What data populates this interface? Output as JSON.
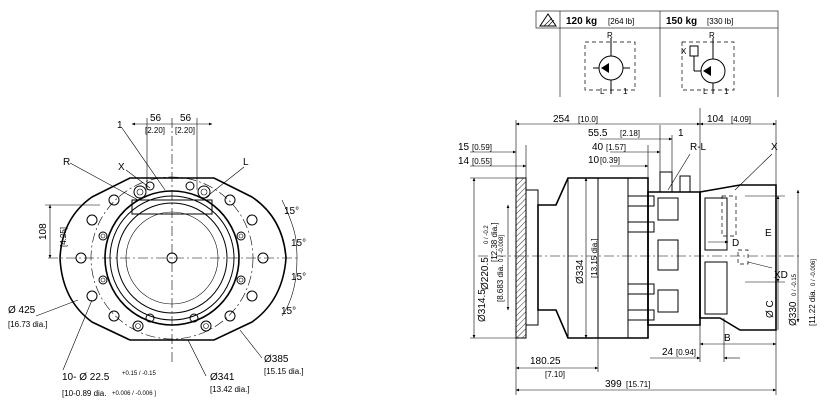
{
  "weight_table": {
    "weight_1": "120 kg",
    "weight_1_lb": "[264 lb]",
    "weight_2": "150 kg",
    "weight_2_lb": "[330 lb]"
  },
  "schematic_labels": {
    "r": "R",
    "l": "L",
    "x": "X",
    "one": "1"
  },
  "front_view": {
    "dim_56_left": "56",
    "dim_56_left_in": "[2.20]",
    "dim_56_right": "56",
    "dim_56_right_in": "[2.20]",
    "label_1": "1",
    "label_r": "R",
    "label_x": "X",
    "label_l": "L",
    "dim_108": "108",
    "dim_108_in": "[4.25]",
    "angle_1": "15°",
    "angle_2": "15°",
    "angle_3": "15°",
    "angle_4": "15°",
    "dia_425": "Ø 425",
    "dia_425_in": "[16.73 dia.]",
    "holes": "10- Ø 22.5",
    "holes_tol": "+0.15 / -0.15",
    "holes_in": "[10-0.89 dia.",
    "holes_in_tol": "+0.006 / -0.006 ]",
    "dia_341": "Ø341",
    "dia_341_in": "[13.42 dia.]",
    "dia_385": "Ø385",
    "dia_385_in": "[15.15 dia.]"
  },
  "side_view": {
    "dim_254": "254",
    "dim_254_in": "[10.0]",
    "dim_104": "104",
    "dim_104_in": "[4.09]",
    "dim_55_5": "55.5",
    "dim_55_5_in": "[2.18]",
    "dim_40": "40",
    "dim_40_in": "[1.57]",
    "dim_10": "10",
    "dim_10_in": "[0.39]",
    "dim_15": "15",
    "dim_15_in": "[0.59]",
    "dim_14": "14",
    "dim_14_in": "[0.55]",
    "label_1": "1",
    "label_rl": "R-L",
    "label_x": "X",
    "label_e": "E",
    "label_d": "D",
    "label_xd": "XD",
    "label_c": "Ø C",
    "label_b": "B",
    "dia_314_5": "Ø314.5",
    "dia_314_5_in": "[12.38 dia.]",
    "dia_220_5": "Ø220.5",
    "dia_220_5_tol": "0 / -0.2",
    "dia_220_5_in": "[8.683 dia.",
    "dia_220_5_in_tol": "0 / -0.008]",
    "dia_334": "Ø334",
    "dia_334_in": "[13.15 dia.]",
    "dia_330": "Ø330",
    "dia_330_tol": "0 / -0.15",
    "dia_330_in": "[11.22 dia.",
    "dia_330_in_tol": "0 / -0.006]",
    "dim_180_25": "180.25",
    "dim_180_25_in": "[7.10]",
    "dim_24": "24",
    "dim_24_in": "[0.94]",
    "dim_399": "399",
    "dim_399_in": "[15.71]"
  }
}
